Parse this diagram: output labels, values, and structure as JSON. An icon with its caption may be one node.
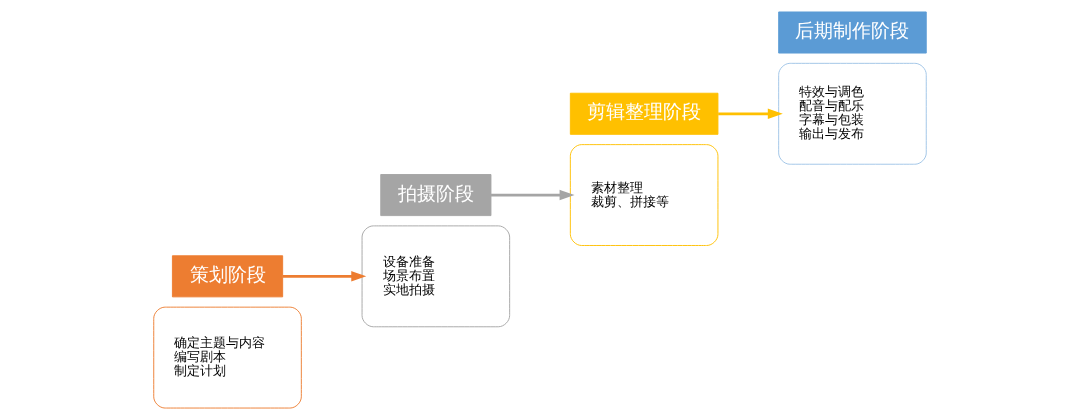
{
  "diagram": {
    "nodes": [
      {
        "text": [
          "确定主题与内容",
          "编写剧本",
          "制定计划"
        ]
      },
      {
        "text": [
          "策划阶段"
        ]
      },
      {
        "text": [
          "拍摄阶段"
        ]
      },
      {
        "text": [
          "设备准备",
          "场景布置",
          "实地拍摄"
        ]
      },
      {
        "text": [
          "素材整理",
          "裁剪、拼接等"
        ]
      },
      {
        "text": [
          "剪辑整理阶段"
        ]
      },
      {
        "text": [
          "后期制作阶段"
        ]
      },
      {
        "text": [
          "特效与调色",
          "配音与配乐",
          "字幕与包装",
          "输出与发布"
        ]
      }
    ],
    "edges": [
      {
        "from": 1,
        "to": 3,
        "arrow": "to",
        "color": "#ed7d31"
      },
      {
        "from": 2,
        "to": 4,
        "arrow": "to",
        "color": "#a5a5a5"
      },
      {
        "from": 5,
        "to": 7,
        "arrow": "to",
        "color": "#ffc000"
      }
    ]
  }
}
